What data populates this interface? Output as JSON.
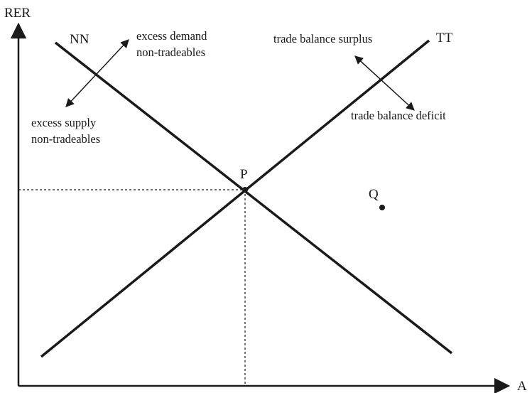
{
  "axes": {
    "y_label": "RER",
    "x_label": "A"
  },
  "curves": {
    "nn_label": "NN",
    "tt_label": "TT"
  },
  "annotations": {
    "nn_above_line1": "excess demand",
    "nn_above_line2": "non-tradeables",
    "nn_below_line1": "excess supply",
    "nn_below_line2": "non-tradeables",
    "tt_above": "trade balance surplus",
    "tt_below": "trade balance deficit"
  },
  "points": {
    "equilibrium": "P",
    "other": "Q"
  },
  "colors": {
    "ink": "#1a1a1a",
    "background": "#ffffff"
  }
}
